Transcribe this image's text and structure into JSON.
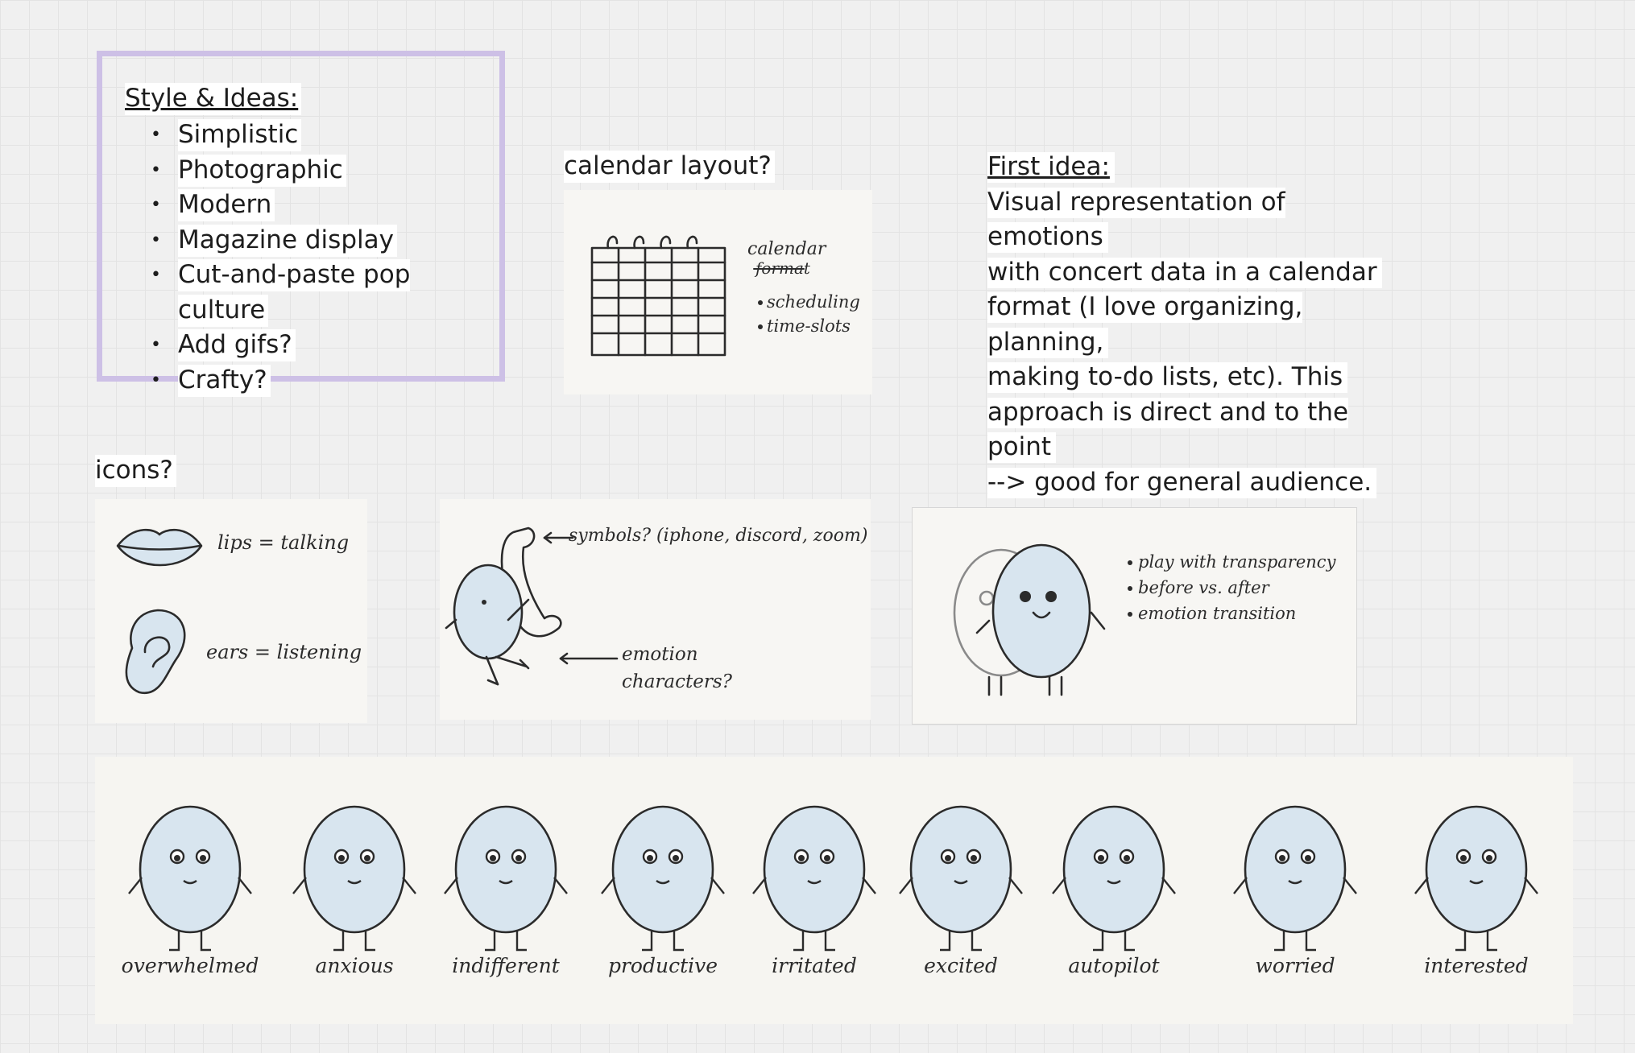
{
  "style_box": {
    "title": "Style & Ideas:",
    "items": [
      "Simplistic",
      "Photographic",
      "Modern",
      "Magazine display",
      "Cut-and-paste pop culture",
      "Add gifs?",
      "Crafty?"
    ]
  },
  "calendar": {
    "label": "calendar layout?",
    "note_title": "calendar",
    "note_struck": "format",
    "note_bullets": [
      "scheduling",
      "time-slots"
    ]
  },
  "first_idea": {
    "title": "First idea:",
    "lines": [
      "Visual representation of emotions",
      "with concert data in a calendar",
      "format (I love organizing, planning,",
      "making to-do lists, etc). This",
      "approach is direct and to the point",
      "--> good for general audience."
    ]
  },
  "icons": {
    "label": "icons?",
    "lips_text": "lips = talking",
    "ears_text": "ears = listening",
    "symbols_text": "symbols? (iphone, discord, zoom)",
    "emotion_line1": "emotion",
    "emotion_line2": "characters?",
    "transparency_bullets": [
      "play with transparency",
      "before vs. after",
      "emotion transition"
    ]
  },
  "emotions": [
    "overwhelmed",
    "anxious",
    "indifferent",
    "productive",
    "irritated",
    "excited",
    "autopilot",
    "worried",
    "interested"
  ],
  "colors": {
    "box_border": "#cdc0e6",
    "paper": "#f7f6f3",
    "character_fill": "#d8e5ef"
  }
}
